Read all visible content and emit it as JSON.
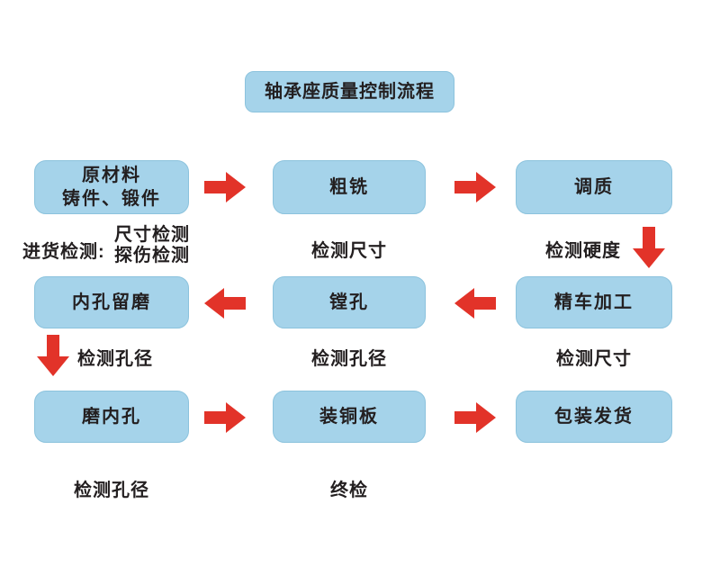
{
  "title": "轴承座质量控制流程",
  "colors": {
    "background": "#ffffff",
    "box_fill": "#a5d3ea",
    "box_edge": "#8cc3dd",
    "arrow_red": "#e23329",
    "text": "#231f20"
  },
  "nodes": {
    "raw_material": {
      "line1": "原材料",
      "line2": "铸件、锻件"
    },
    "rough_milling": {
      "label": "粗铣"
    },
    "quench_temper": {
      "label": "调质"
    },
    "hole_grinding_allowance": {
      "label": "内孔留磨"
    },
    "boring": {
      "label": "镗孔"
    },
    "fine_turning": {
      "label": "精车加工"
    },
    "grind_inner_hole": {
      "label": "磨内孔"
    },
    "fit_copper_plate": {
      "label": "装铜板"
    },
    "pack_and_ship": {
      "label": "包装发货"
    }
  },
  "captions": {
    "incoming_inspection_label": "进货检测:",
    "incoming_item1": "尺寸检测",
    "incoming_item2": "探伤检测",
    "inspect_dimensions_after_milling": "检测尺寸",
    "inspect_hardness": "检测硬度",
    "inspect_hole_diameter_row2": "检测孔径",
    "inspect_hole_diameter_after_boring": "检测孔径",
    "inspect_dimensions_after_turning": "检测尺寸",
    "inspect_hole_diameter_after_grinding": "检测孔径",
    "final_inspection": "终检"
  },
  "icons": {
    "arrow_right": "arrow-right-icon",
    "arrow_left": "arrow-left-icon",
    "arrow_down": "arrow-down-icon"
  }
}
